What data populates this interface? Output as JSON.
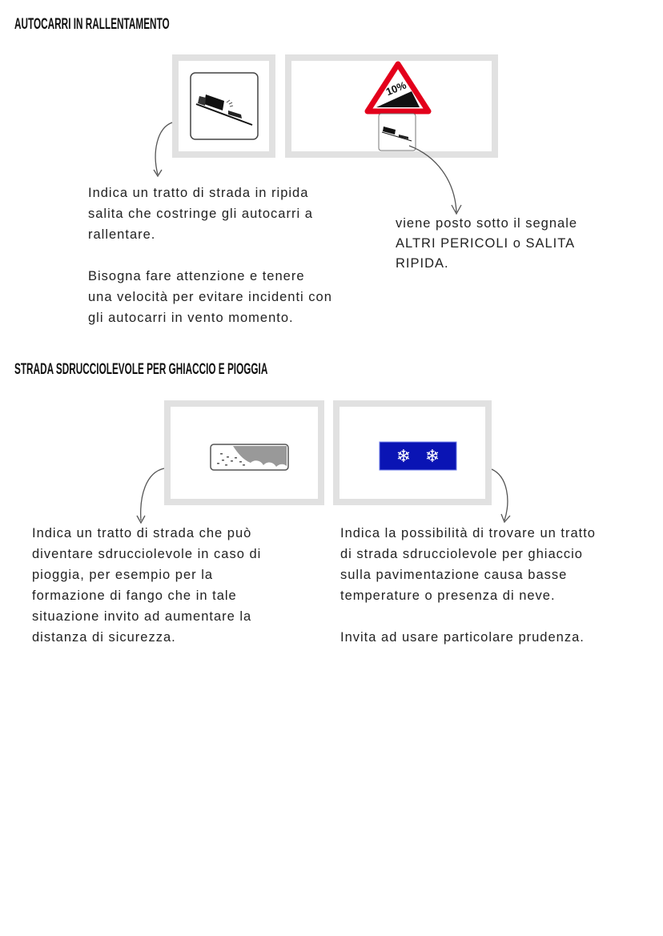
{
  "section1": {
    "title": "AUTOCARRI IN RALLENTAMENTO",
    "triangle_text": "10%",
    "left_text": {
      "para1": [
        "Indica un tratto di strada in ripida",
        "salita che costringe gli autocarri a",
        "rallentare."
      ],
      "para2": [
        "Bisogna fare attenzione e tenere",
        "una velocità per evitare incidenti con",
        "gli autocarri in vento momento."
      ]
    },
    "right_text": [
      "viene posto sotto il segnale",
      "ALTRI PERICOLI o SALITA",
      "RIPIDA."
    ]
  },
  "section2": {
    "title": "STRADA SDRUCCIOLEVOLE PER GHIACCIO E PIOGGIA",
    "left_text": [
      "Indica un tratto di strada che può",
      "diventare sdrucciolevole in caso di",
      "pioggia, per esempio per la",
      "formazione di fango che in tale",
      "situazione invito ad aumentare la",
      "distanza di sicurezza."
    ],
    "right_text": {
      "para1": [
        "Indica la possibilità di trovare un tratto",
        "di strada sdrucciolevole per ghiaccio",
        "sulla pavimentazione causa basse",
        "temperature o presenza di neve."
      ],
      "para2": [
        "Invita ad usare particolare prudenza."
      ]
    }
  },
  "colors": {
    "frame": "#e1e1e1",
    "warning_red": "#e3001b",
    "ice_blue": "#0a14b4"
  }
}
